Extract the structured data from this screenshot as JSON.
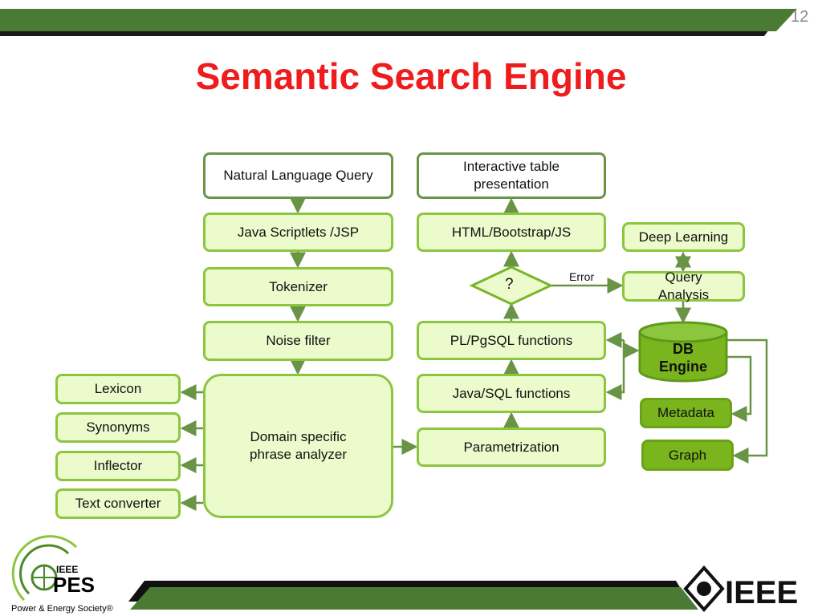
{
  "slide": {
    "title": "Semantic Search Engine",
    "page_number": "12"
  },
  "diagram": {
    "natural_language_query": "Natural Language Query",
    "java_scriptlets": "Java Scriptlets /JSP",
    "tokenizer": "Tokenizer",
    "noise_filter": "Noise filter",
    "domain_analyzer": "Domain specific phrase analyzer",
    "lexicon": "Lexicon",
    "synonyms": "Synonyms",
    "inflector": "Inflector",
    "text_converter": "Text converter",
    "interactive_table": "Interactive table presentation",
    "html_bootstrap": "HTML/Bootstrap/JS",
    "decision": "?",
    "error_label": "Error",
    "plpgsql": "PL/PgSQL functions",
    "java_sql": "Java/SQL functions",
    "parametrization": "Parametrization",
    "deep_learning": "Deep Learning",
    "query_analysis": "Query Analysis",
    "db_engine": "DB Engine",
    "metadata": "Metadata",
    "graph": "Graph"
  },
  "logos": {
    "pes": "IEEE PES Power & Energy Society",
    "ieee": "IEEE"
  },
  "colors": {
    "band": "#4a7a34",
    "title": "#ee1c1c",
    "box_fill": "#ebfbcb",
    "box_border": "#8cc63f",
    "arrow": "#6a9445",
    "solid": "#7ab51d"
  }
}
